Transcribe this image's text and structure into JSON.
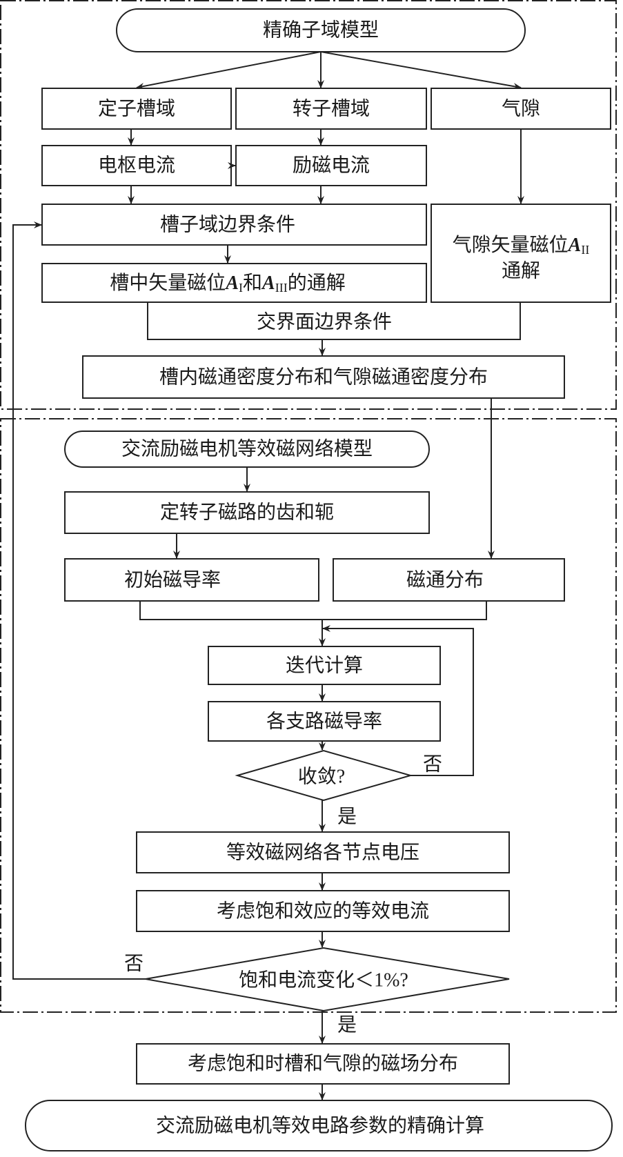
{
  "nodes": {
    "start": "精确子域模型",
    "stator_slot": "定子槽域",
    "rotor_slot": "转子槽域",
    "air_gap": "气隙",
    "armature_current": "电枢电流",
    "excitation_current": "励磁电流",
    "slot_boundary": "槽子域边界条件",
    "slot_solution": {
      "pre": "槽中矢量磁位",
      "a1": "A",
      "s1": "I",
      "mid": "和",
      "a2": "A",
      "s2": "III",
      "post": "的通解"
    },
    "gap_solution": {
      "pre": "气隙矢量磁位",
      "a": "A",
      "s": "II",
      "line2": "通解"
    },
    "interface_boundary": "交界面边界条件",
    "flux_density": "槽内磁通密度分布和气隙磁通密度分布",
    "network_model": "交流励磁电机等效磁网络模型",
    "teeth_yoke": "定转子磁路的齿和轭",
    "initial_permeance": "初始磁导率",
    "flux_distribution": "磁通分布",
    "iteration": "迭代计算",
    "branch_permeance": "各支路磁导率",
    "converge": "收敛?",
    "node_voltage": "等效磁网络各节点电压",
    "equiv_current": "考虑饱和效应的等效电流",
    "saturation_check": "饱和电流变化＜1%?",
    "field_distribution": "考虑饱和时槽和气隙的磁场分布",
    "end": "交流励磁电机等效电路参数的精确计算"
  },
  "labels": {
    "yes": "是",
    "no": "否"
  }
}
